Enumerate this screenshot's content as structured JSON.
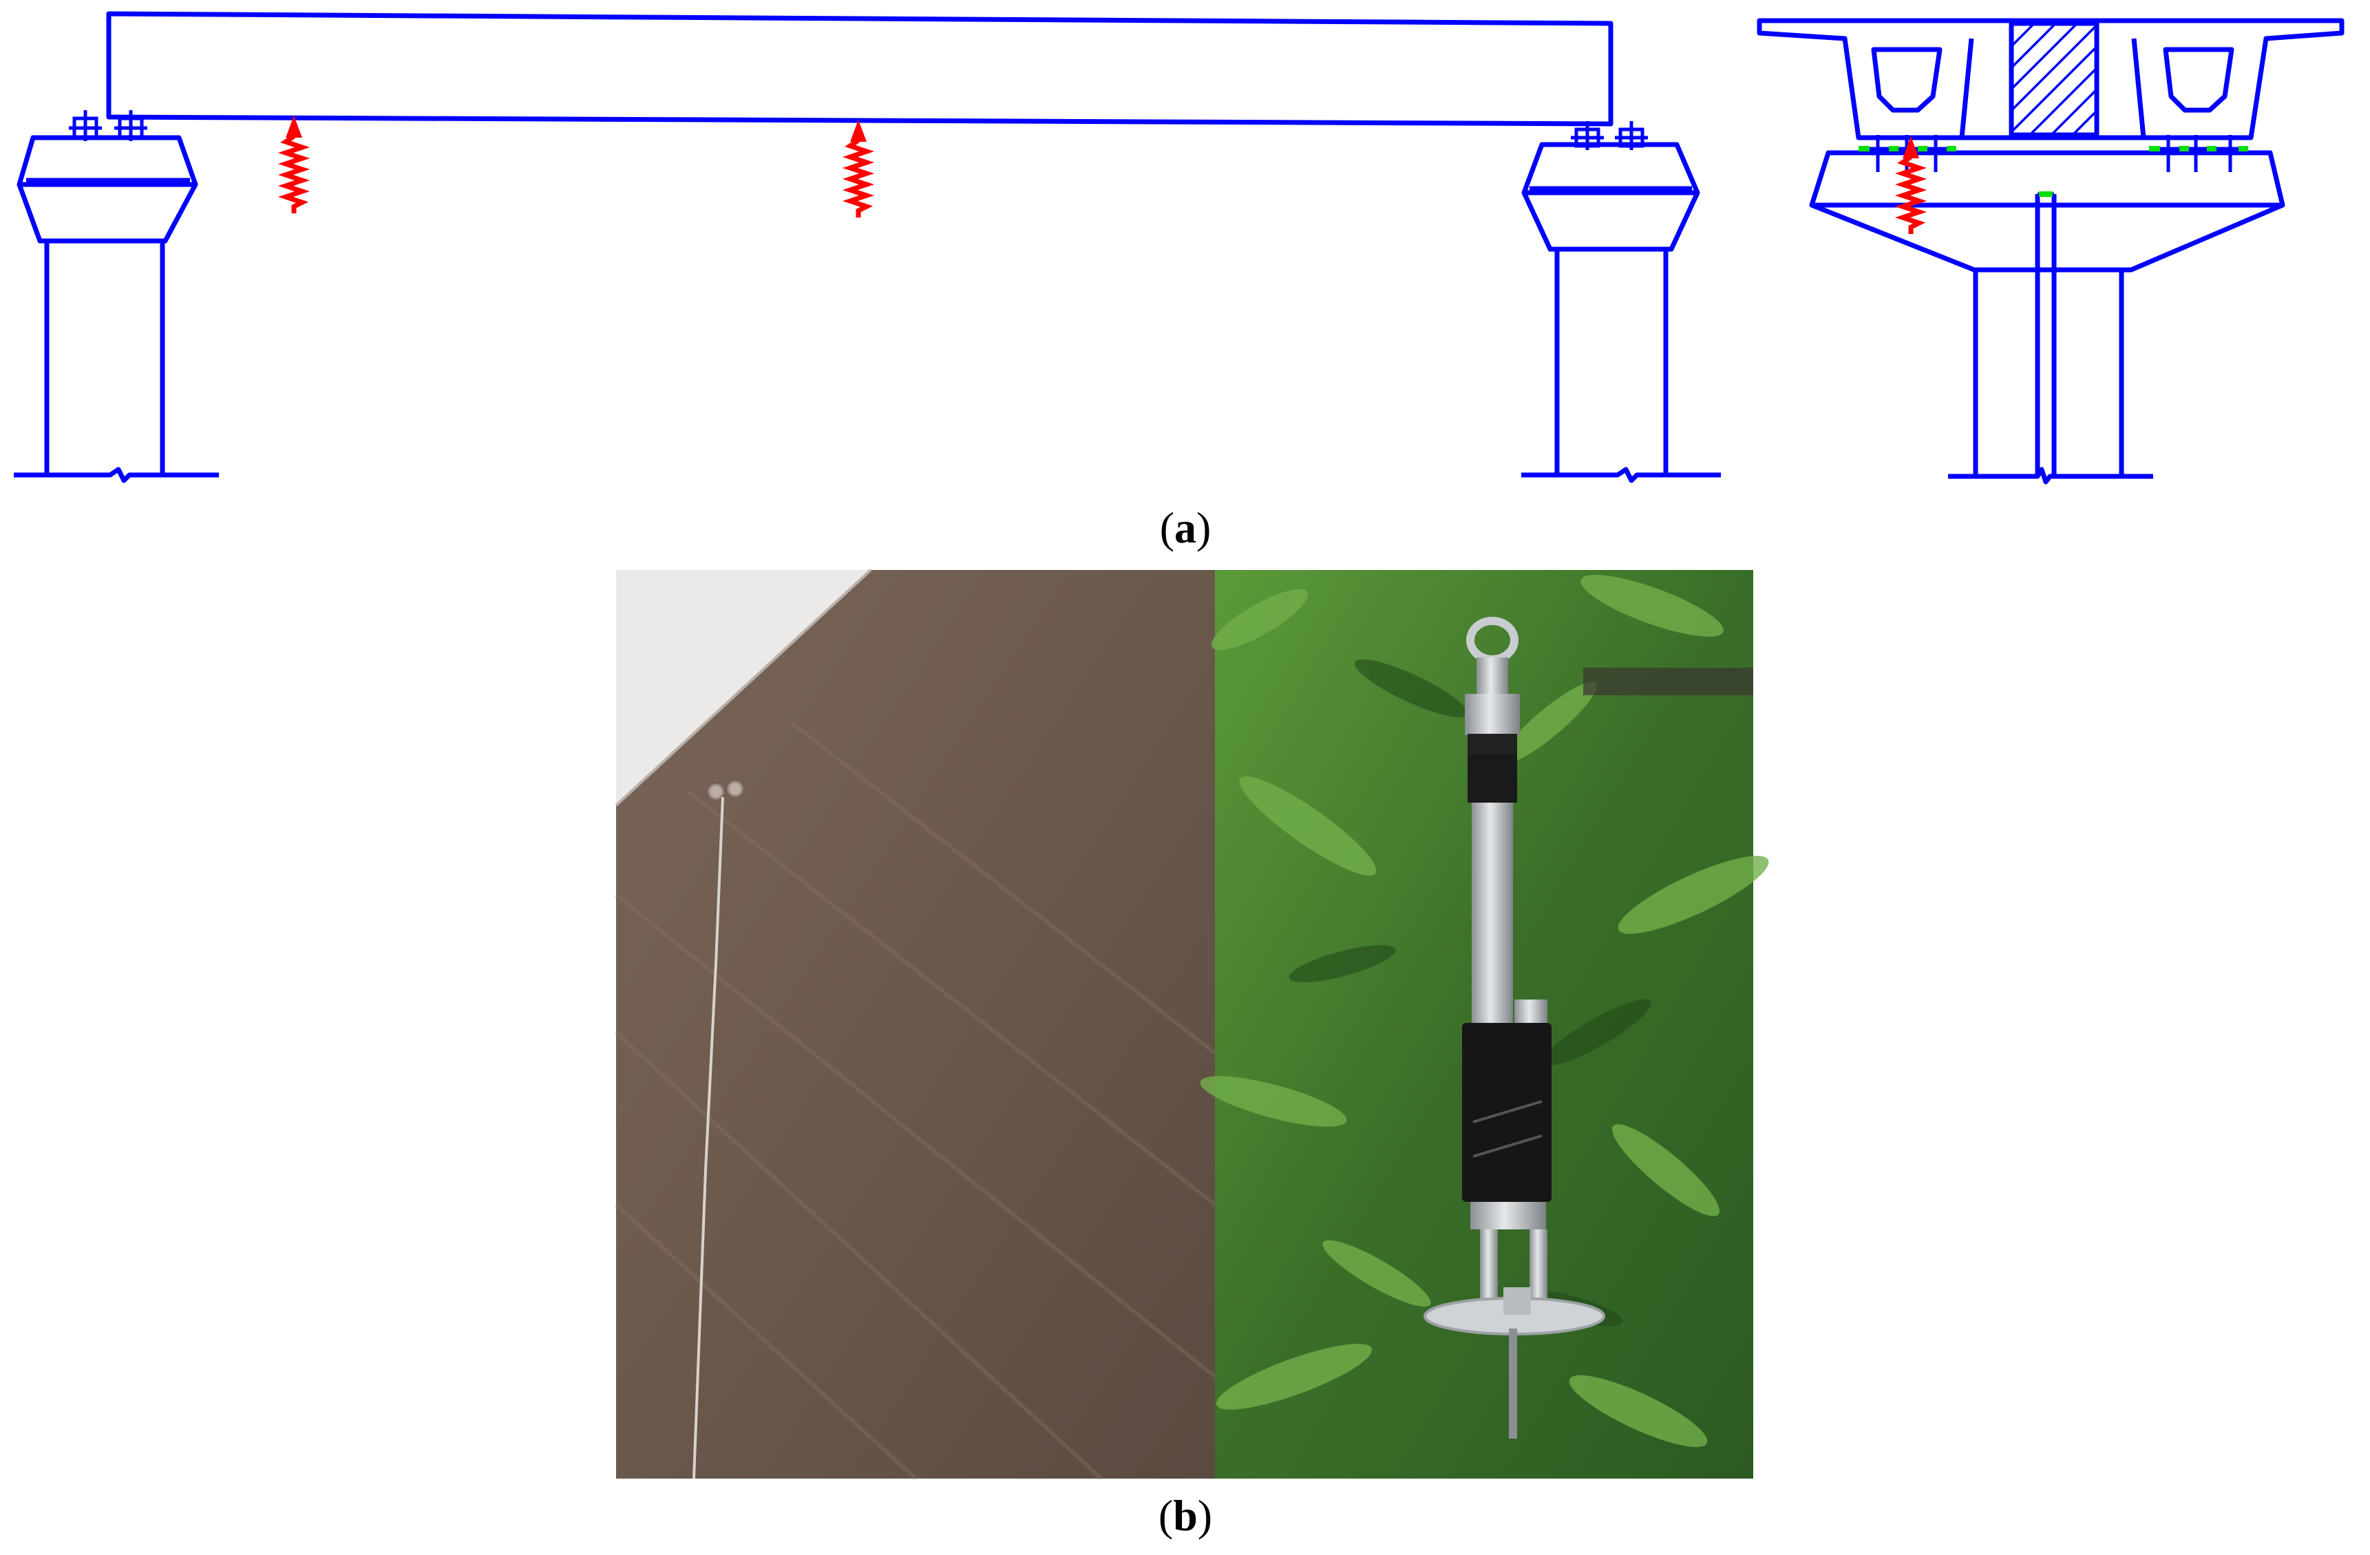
{
  "figure": {
    "caption_a": {
      "label": "a"
    },
    "caption_b": {
      "label": "b"
    }
  },
  "colors": {
    "structure": "#0000ff",
    "sensor": "#ff0000",
    "bearing_pad": "#00e000",
    "concrete": "#6b5a4e",
    "foliage": "#3f7a2c"
  },
  "panels": {
    "elevation": "bridge-elevation-schematic",
    "cross_section": "bridge-cross-section-schematic",
    "photo_left": "sensor-mounted-under-girder-photo",
    "photo_right": "seismometer-sensor-photo"
  }
}
